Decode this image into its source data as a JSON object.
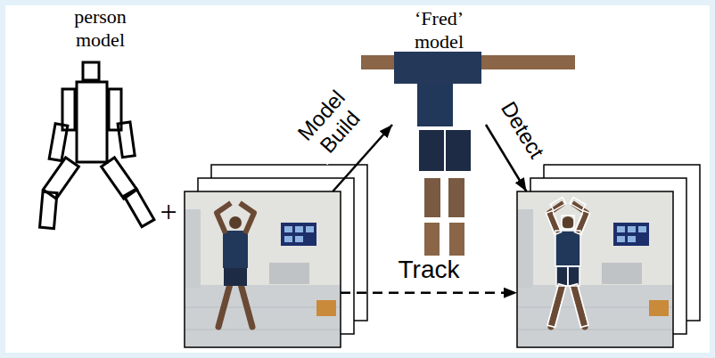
{
  "diagram": {
    "nodes": [
      {
        "text": [
          "person model"
        ]
      },
      {
        "text": [
          "‘Fred’ model"
        ]
      },
      {
        "text": []
      },
      {
        "text": []
      }
    ],
    "edges": [
      {
        "from": 2,
        "to": 1,
        "arrow": "to",
        "label": "Model Build"
      },
      {
        "from": 1,
        "to": 3,
        "arrow": "to",
        "label": "Detect"
      },
      {
        "from": 2,
        "to": 3,
        "arrow": "to",
        "label": "Track"
      }
    ],
    "labels": [
      "+"
    ]
  }
}
